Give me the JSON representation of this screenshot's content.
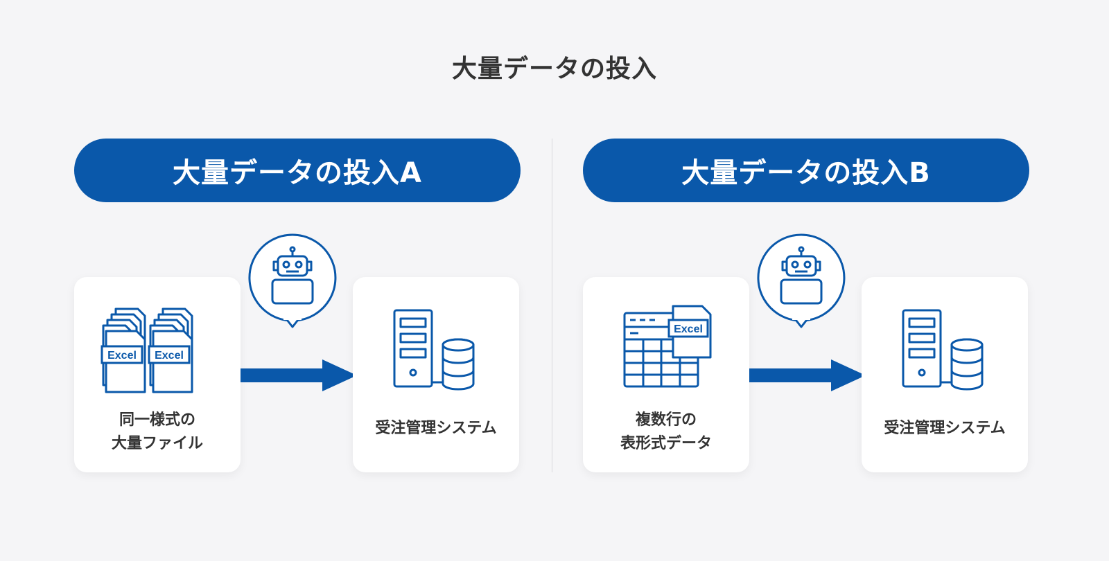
{
  "title": "大量データの投入",
  "colors": {
    "accent": "#0a58aa",
    "background": "#f5f5f7",
    "card": "#ffffff",
    "text": "#333333"
  },
  "sections": [
    {
      "header": "大量データの投入A",
      "source": {
        "icon": "stacked-excel-files-icon",
        "badge_left": "Excel",
        "badge_right": "Excel",
        "label_lines": [
          "同一様式の",
          "大量ファイル"
        ]
      },
      "robot_icon": "robot-icon",
      "target": {
        "icon": "server-database-icon",
        "label_lines": [
          "受注管理システム"
        ]
      }
    },
    {
      "header": "大量データの投入B",
      "source": {
        "icon": "excel-table-icon",
        "badge": "Excel",
        "label_lines": [
          "複数行の",
          "表形式データ"
        ]
      },
      "robot_icon": "robot-icon",
      "target": {
        "icon": "server-database-icon",
        "label_lines": [
          "受注管理システム"
        ]
      }
    }
  ]
}
